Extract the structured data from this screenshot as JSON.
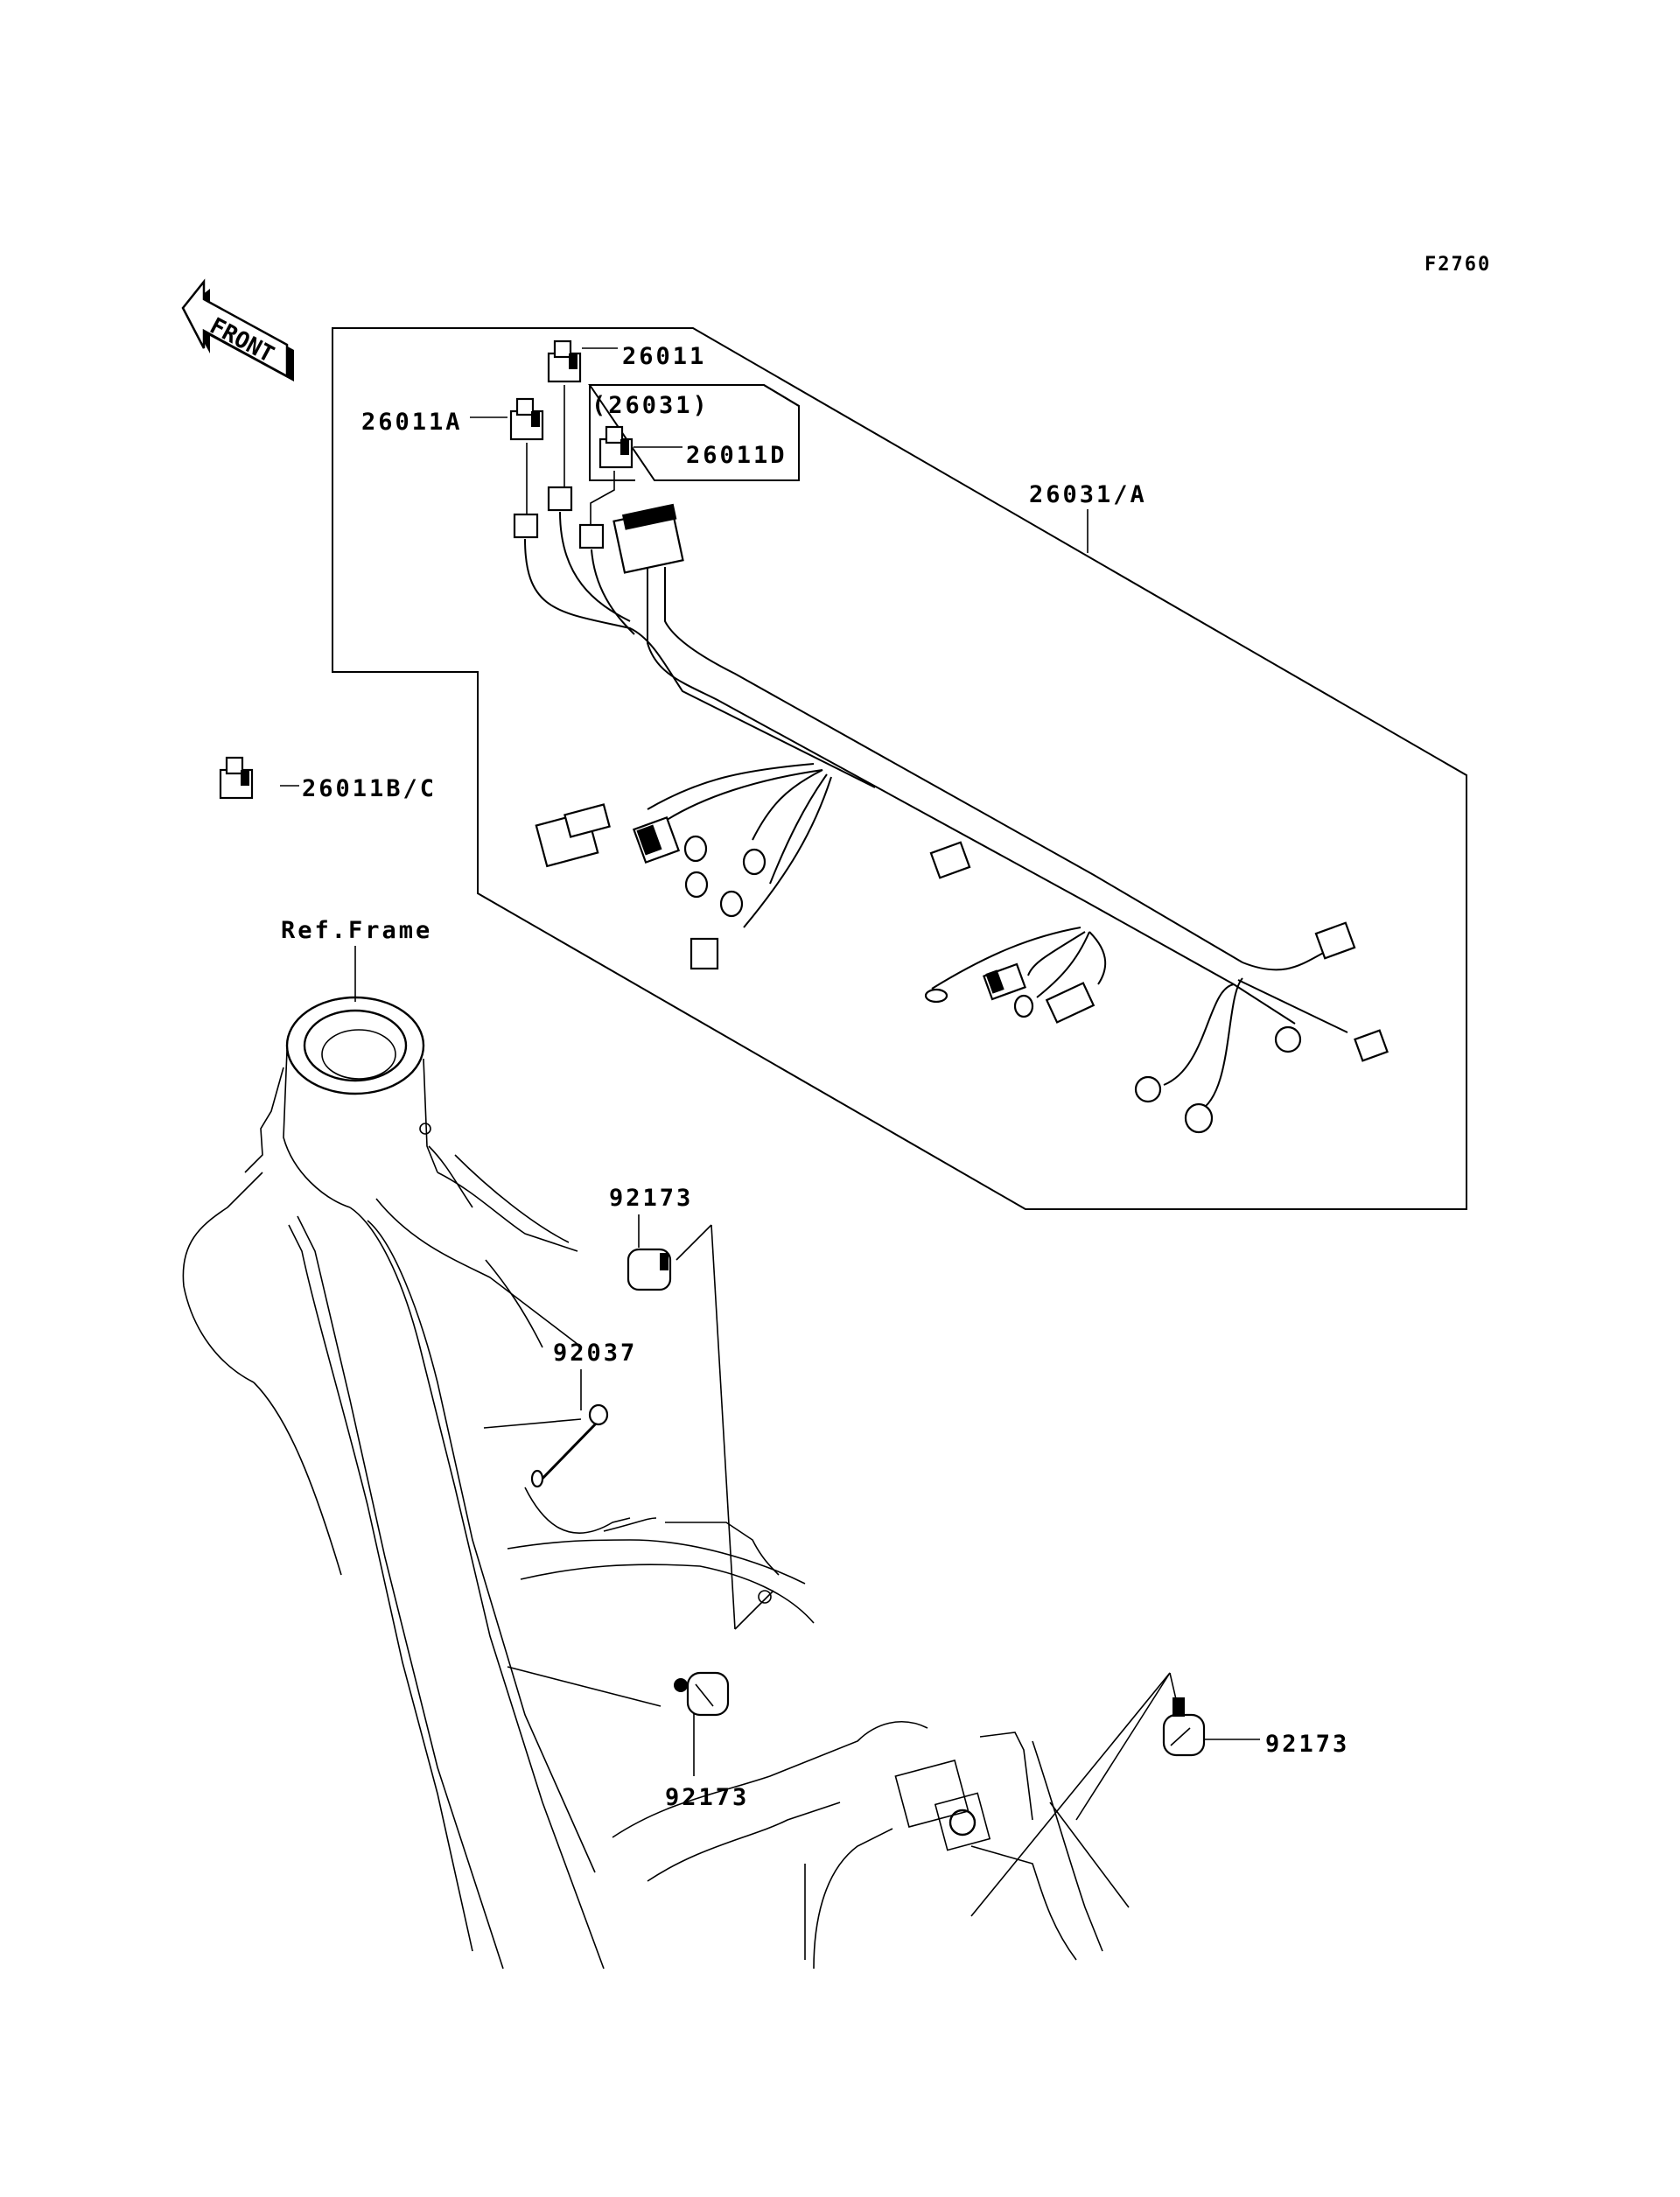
{
  "figure_id": "F2760",
  "front_indicator": {
    "label": "FRONT",
    "icon": "front-arrow-icon"
  },
  "reference": {
    "label": "Ref.Frame"
  },
  "group_box": {
    "label": "26031/A"
  },
  "sub_group_box": {
    "label": "(26031)"
  },
  "callouts": [
    {
      "part_no": "26011",
      "description": "connector"
    },
    {
      "part_no": "26011A",
      "description": "connector"
    },
    {
      "part_no": "26011D",
      "description": "connector"
    },
    {
      "part_no": "26011B/C",
      "description": "connector"
    },
    {
      "part_no": "92173",
      "description": "clamp (upper)"
    },
    {
      "part_no": "92037",
      "description": "clamp band"
    },
    {
      "part_no": "92173",
      "description": "clamp (lower left)"
    },
    {
      "part_no": "92173",
      "description": "clamp (lower right)"
    }
  ],
  "colors": {
    "ink": "#000000",
    "paper": "#ffffff"
  }
}
